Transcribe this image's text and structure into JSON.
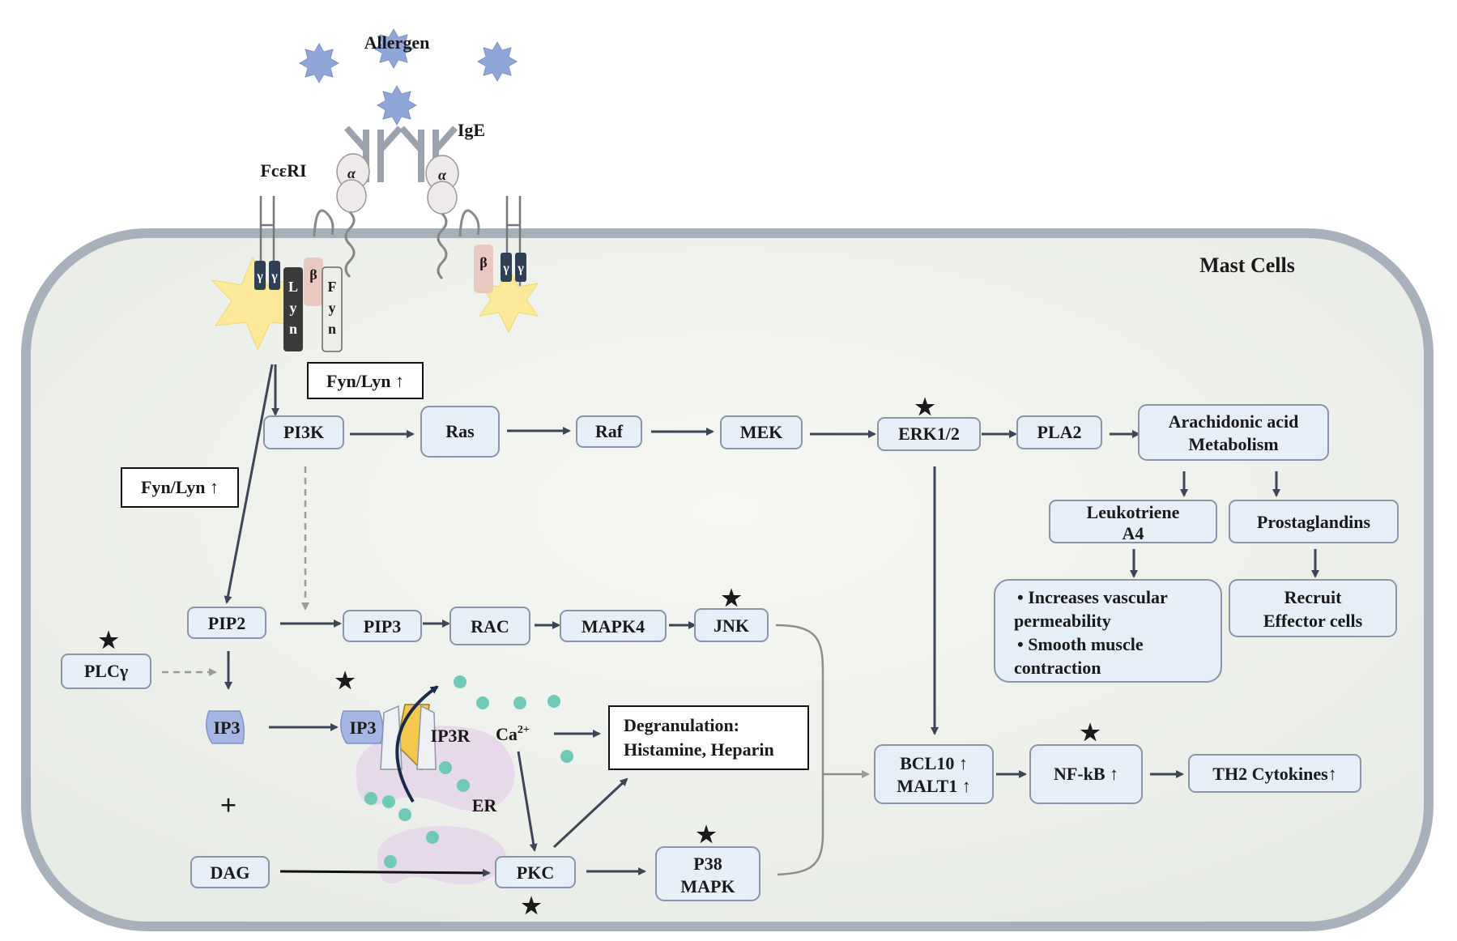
{
  "receptor": {
    "allergen": "Allergen",
    "ige": "IgE",
    "fceri": "FcεRI",
    "alpha": "α",
    "beta": "β",
    "gamma": "γ",
    "lyn": [
      "L",
      "y",
      "n"
    ],
    "fyn": [
      "F",
      "y",
      "n"
    ]
  },
  "cell": {
    "title": "Mast Cells"
  },
  "nodes": {
    "pi3k": "PI3K",
    "ras": "Ras",
    "raf": "Raf",
    "mek": "MEK",
    "erk": "ERK1/2",
    "pla2": "PLA2",
    "arachidonic": [
      "Arachidonic  acid",
      "Metabolism"
    ],
    "leukotriene": [
      "Leukotriene",
      "A4"
    ],
    "prostaglandins": "Prostaglandins",
    "effects": [
      "• Increases vascular",
      "permeability",
      "• Smooth muscle",
      "contraction"
    ],
    "recruit": [
      "Recruit",
      "Effector cells"
    ],
    "pip2": "PIP2",
    "pip3": "PIP3",
    "rac": "RAC",
    "mapk4": "MAPK4",
    "jnk": "JNK",
    "plcg": "PLCγ",
    "ip3": "IP3",
    "ip3r": "IP3R",
    "ca_base": "Ca",
    "ca_sup": "2+",
    "er": "ER",
    "plus": "+",
    "dag": "DAG",
    "pkc": "PKC",
    "p38": [
      "P38",
      "MAPK"
    ],
    "bcl": [
      "BCL10 ↑",
      "MALT1 ↑"
    ],
    "nfkb": "NF-kB ↑",
    "th2": "TH2 Cytokines↑"
  },
  "boxes": {
    "fynlyn1": "Fyn/Lyn ↑",
    "fynlyn2": "Fyn/Lyn ↑",
    "degranulation": [
      "Degranulation:",
      "Histamine, Heparin"
    ]
  },
  "star": "★",
  "colors": {
    "node_fill": "#e6eef8",
    "cell_fill": "#eef1ec",
    "membrane": "#a8b0bc",
    "allergen": "#8fa6d6",
    "ca_dot": "#6fc9b6",
    "er": "#e6d6ea",
    "lyn": "#3a3a3a"
  }
}
